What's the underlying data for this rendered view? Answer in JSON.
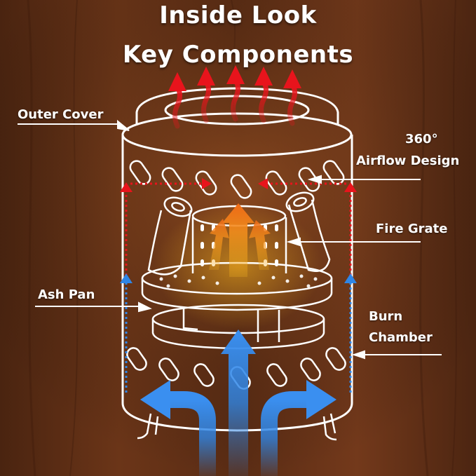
{
  "title": {
    "line1": "Inside Look",
    "line2": "Key Components"
  },
  "labels": {
    "outer_cover": "Outer Cover",
    "airflow_line1": "360°",
    "airflow_line2": "Airflow Design",
    "fire_grate": "Fire Grate",
    "ash_pan": "Ash Pan",
    "burn_chamber_line1": "Burn",
    "burn_chamber_line2": "Chamber"
  },
  "colors": {
    "background_wood": "#5a2c14",
    "outline": "#ffffff",
    "heat_arrow": "#e8141c",
    "airflow_blue": "#2f86e6",
    "flame_orange": "#f07a18"
  }
}
